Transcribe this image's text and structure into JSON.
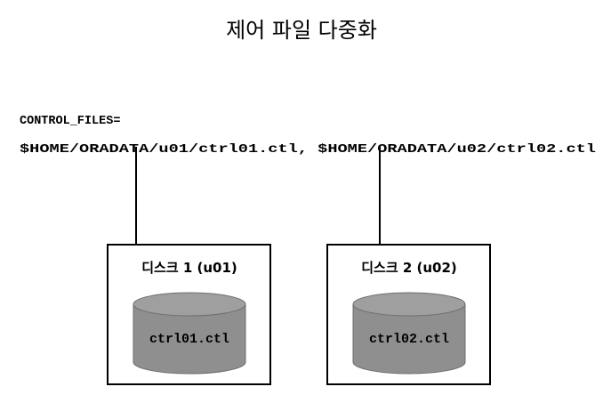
{
  "title": "제어 파일 다중화",
  "config": {
    "param_line": "CONTROL_FILES=",
    "value_line": "$HOME/ORADATA/u01/ctrl01.ctl, $HOME/ORADATA/u02/ctrl02.ctl"
  },
  "disks": [
    {
      "label": "디스크 1 (u01)",
      "file": "ctrl01.ctl"
    },
    {
      "label": "디스크 2 (u02)",
      "file": "ctrl02.ctl"
    }
  ],
  "colors": {
    "cylinder_body": "#8f8f8f",
    "cylinder_top": "#9f9f9f",
    "cylinder_edge": "#6e6e6e",
    "line": "#000000",
    "text": "#000000"
  }
}
